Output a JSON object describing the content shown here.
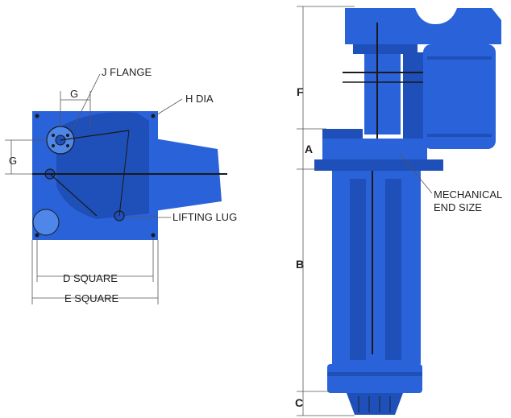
{
  "colors": {
    "body": "#2a63d9",
    "body_dark": "#1f4fb8",
    "body_light": "#4f86ea",
    "line": "#1a1a1a",
    "dim": "#555555",
    "background": "#ffffff"
  },
  "top_view": {
    "labels": {
      "j_flange": "J FLANGE",
      "g_top": "G",
      "g_left": "G",
      "h_dia": "H DIA",
      "lifting_lug": "LIFTING LUG",
      "d_square": "D SQUARE",
      "e_square": "E SQUARE"
    }
  },
  "side_view": {
    "labels": {
      "f": "F",
      "a": "A",
      "b": "B",
      "c": "C",
      "mechanical_line1": "MECHANICAL",
      "mechanical_line2": "END SIZE"
    }
  }
}
